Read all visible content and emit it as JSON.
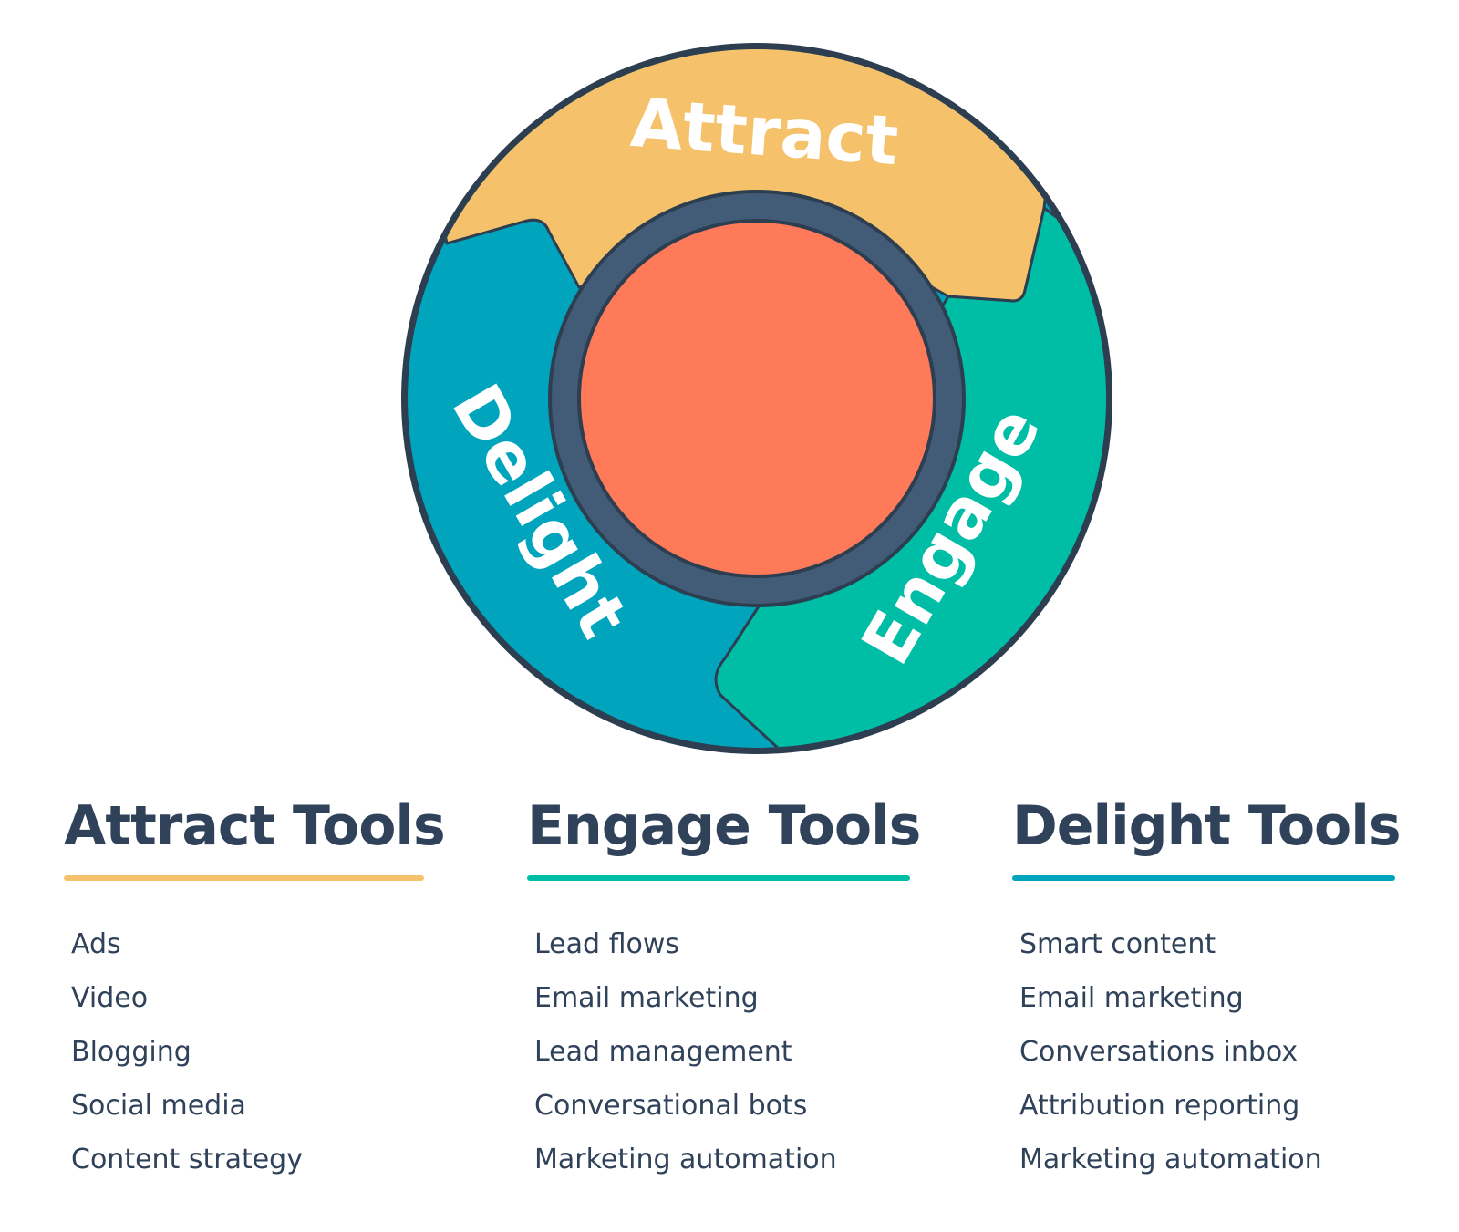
{
  "flywheel": {
    "segments": [
      {
        "label": "Attract",
        "color": "#f5c26b"
      },
      {
        "label": "Engage",
        "color": "#00bda5"
      },
      {
        "label": "Delight",
        "color": "#00a4bd"
      }
    ],
    "hub_color": "#ff7a59",
    "hub_ring_color": "#425b76",
    "outline_color": "#2d3e50"
  },
  "columns": [
    {
      "title": "Attract Tools",
      "accent": "#f5c26b",
      "items": [
        "Ads",
        "Video",
        "Blogging",
        "Social media",
        "Content strategy"
      ]
    },
    {
      "title": "Engage Tools",
      "accent": "#00bda5",
      "items": [
        "Lead flows",
        "Email marketing",
        "Lead management",
        "Conversational bots",
        "Marketing automation"
      ]
    },
    {
      "title": "Delight Tools",
      "accent": "#00a4bd",
      "items": [
        "Smart content",
        "Email marketing",
        "Conversations inbox",
        "Attribution reporting",
        "Marketing automation"
      ]
    }
  ]
}
